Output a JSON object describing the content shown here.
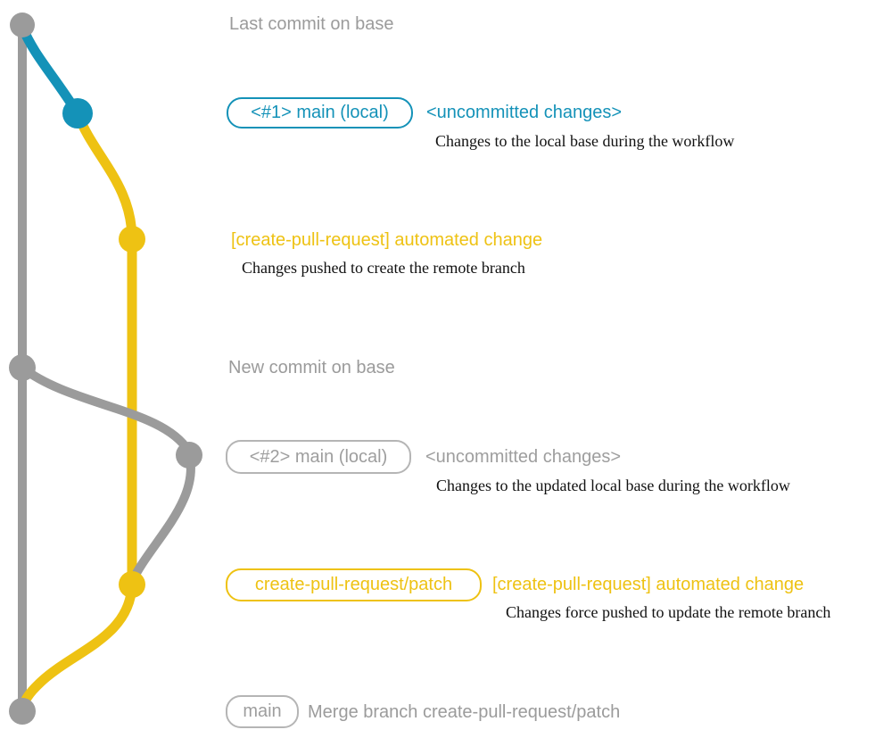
{
  "colors": {
    "blue": "#1492b8",
    "yellow": "#eec213",
    "gray": "#9b9b9b"
  },
  "rows": {
    "last_commit": {
      "label": "Last commit on base"
    },
    "commit_1": {
      "badge": "<#1> main (local)",
      "title": "<uncommitted changes>",
      "description": "Changes to the local base during the workflow"
    },
    "commit_2": {
      "title": "[create-pull-request] automated change",
      "description": "Changes pushed to create the remote branch"
    },
    "new_commit": {
      "label": "New commit on base"
    },
    "commit_3": {
      "badge": "<#2> main (local)",
      "title": "<uncommitted changes>",
      "description": "Changes to the updated local base during the workflow"
    },
    "commit_4": {
      "badge": "create-pull-request/patch",
      "title": "[create-pull-request] automated change",
      "description": "Changes force pushed to update the remote branch"
    },
    "merge_commit": {
      "badge": "main",
      "label": "Merge branch create-pull-request/patch"
    }
  }
}
